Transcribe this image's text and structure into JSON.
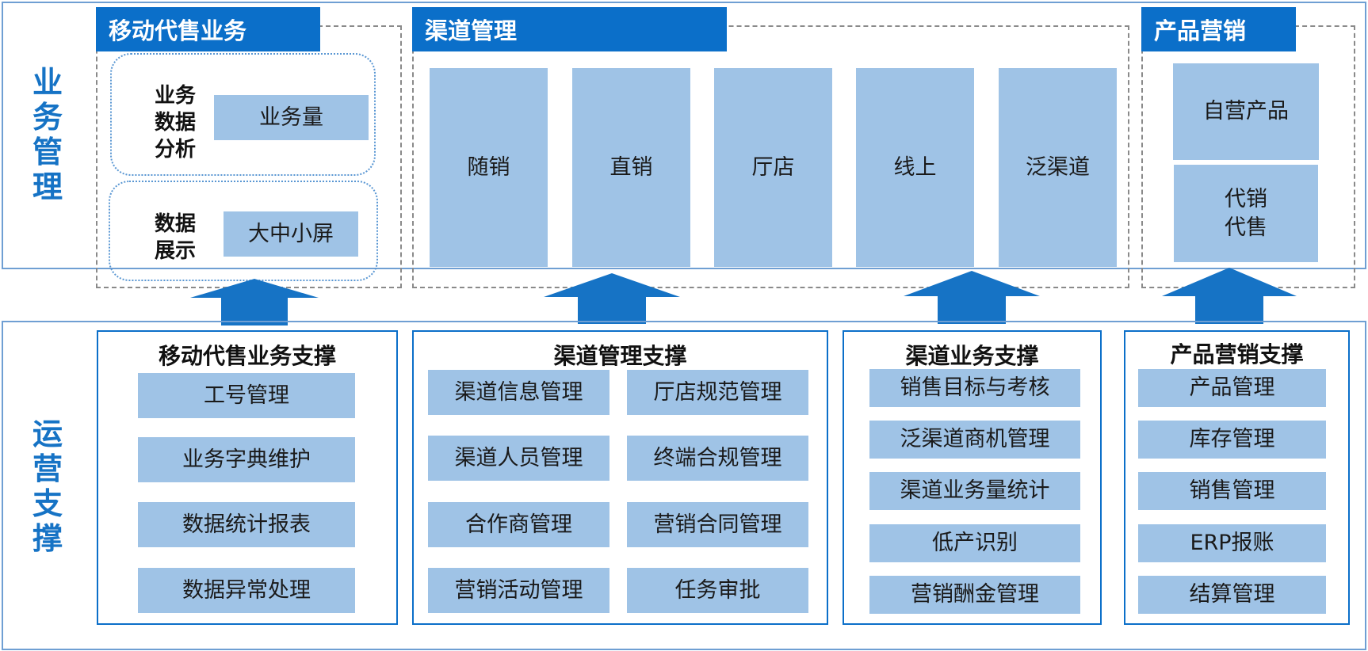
{
  "layers": {
    "top_label": "业务管理",
    "bottom_label": "运营支撑"
  },
  "mobile_sales": {
    "title": "移动代售业务",
    "analysis_label": "业务数据分析",
    "analysis_lines": [
      "业务",
      "数据",
      "分析"
    ],
    "analysis_item": "业务量",
    "display_label": "数据展示",
    "display_lines": [
      "数据",
      "展示"
    ],
    "display_item": "大中小屏"
  },
  "channel_mgmt": {
    "title": "渠道管理",
    "items": [
      "随销",
      "直销",
      "厅店",
      "线上",
      "泛渠道"
    ]
  },
  "product_marketing": {
    "title": "产品营销",
    "items": [
      "自营产品",
      "代销代售"
    ],
    "item2_lines": [
      "代销",
      "代售"
    ]
  },
  "support": {
    "mobile": {
      "title": "移动代售业务支撑",
      "items": [
        "工号管理",
        "业务字典维护",
        "数据统计报表",
        "数据异常处理"
      ]
    },
    "channel": {
      "title": "渠道管理支撑",
      "left": [
        "渠道信息管理",
        "渠道人员管理",
        "合作商管理",
        "营销活动管理"
      ],
      "right": [
        "厅店规范管理",
        "终端合规管理",
        "营销合同管理",
        "任务审批"
      ]
    },
    "channel_biz": {
      "title": "渠道业务支撑",
      "items": [
        "销售目标与考核",
        "泛渠道商机管理",
        "渠道业务量统计",
        "低产识别",
        "营销酬金管理"
      ]
    },
    "product": {
      "title": "产品营销支撑",
      "items": [
        "产品管理",
        "库存管理",
        "销售管理",
        "ERP报账",
        "结算管理"
      ]
    }
  },
  "colors": {
    "primary": "#0b6fc9",
    "cell": "#9fc3e6",
    "frame": "#6f9fd3",
    "label": "#1673c5"
  }
}
